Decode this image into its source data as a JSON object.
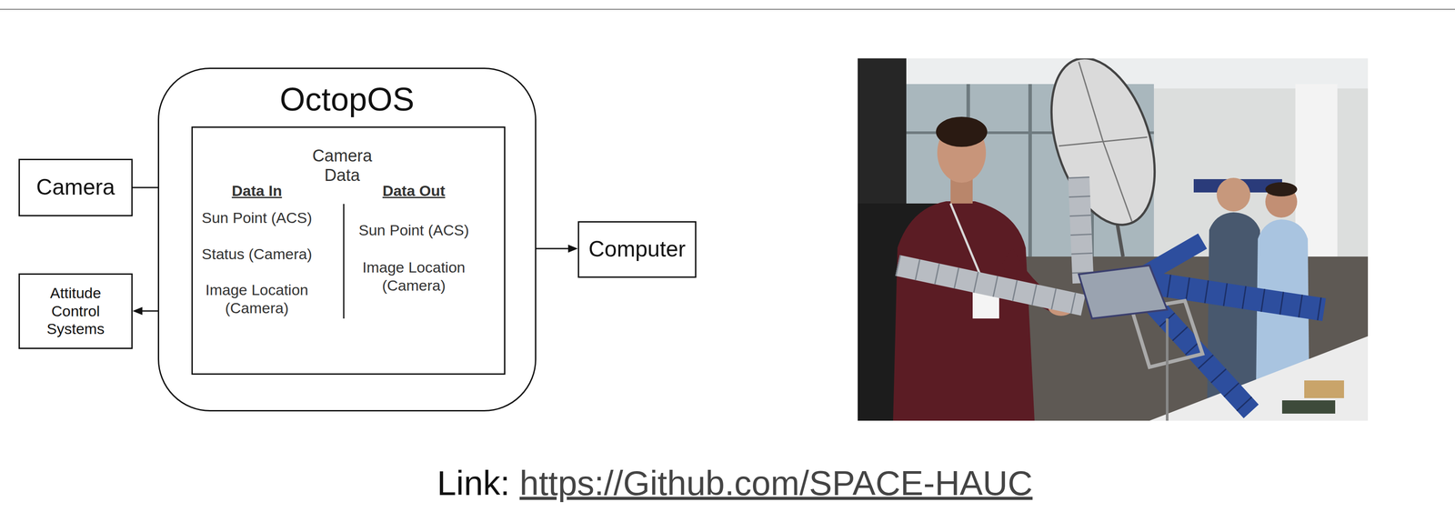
{
  "diagram": {
    "nodes": [
      {
        "text": [
          "Camera"
        ]
      },
      {
        "text": [
          "OctopOS"
        ]
      },
      {
        "text": [
          "Camera Data",
          "Data In",
          "Sun Point (ACS)",
          "Status (Camera)",
          "Image Location (Camera)",
          "Data Out",
          "Sun Point (ACS)",
          "Image Location (Camera)"
        ],
        "in": 1
      },
      {
        "text": [
          "Attitude Control Systems"
        ]
      },
      {
        "text": [
          "Computer"
        ]
      }
    ],
    "edges": [
      {
        "from": 0,
        "to": 2,
        "arrow": "to"
      },
      {
        "from": 2,
        "to": 3,
        "arrow": "to"
      },
      {
        "from": 2,
        "to": 4,
        "arrow": "both"
      }
    ],
    "labels": [
      "Link:",
      "https://Github.com/SPACE-HAUC"
    ]
  }
}
